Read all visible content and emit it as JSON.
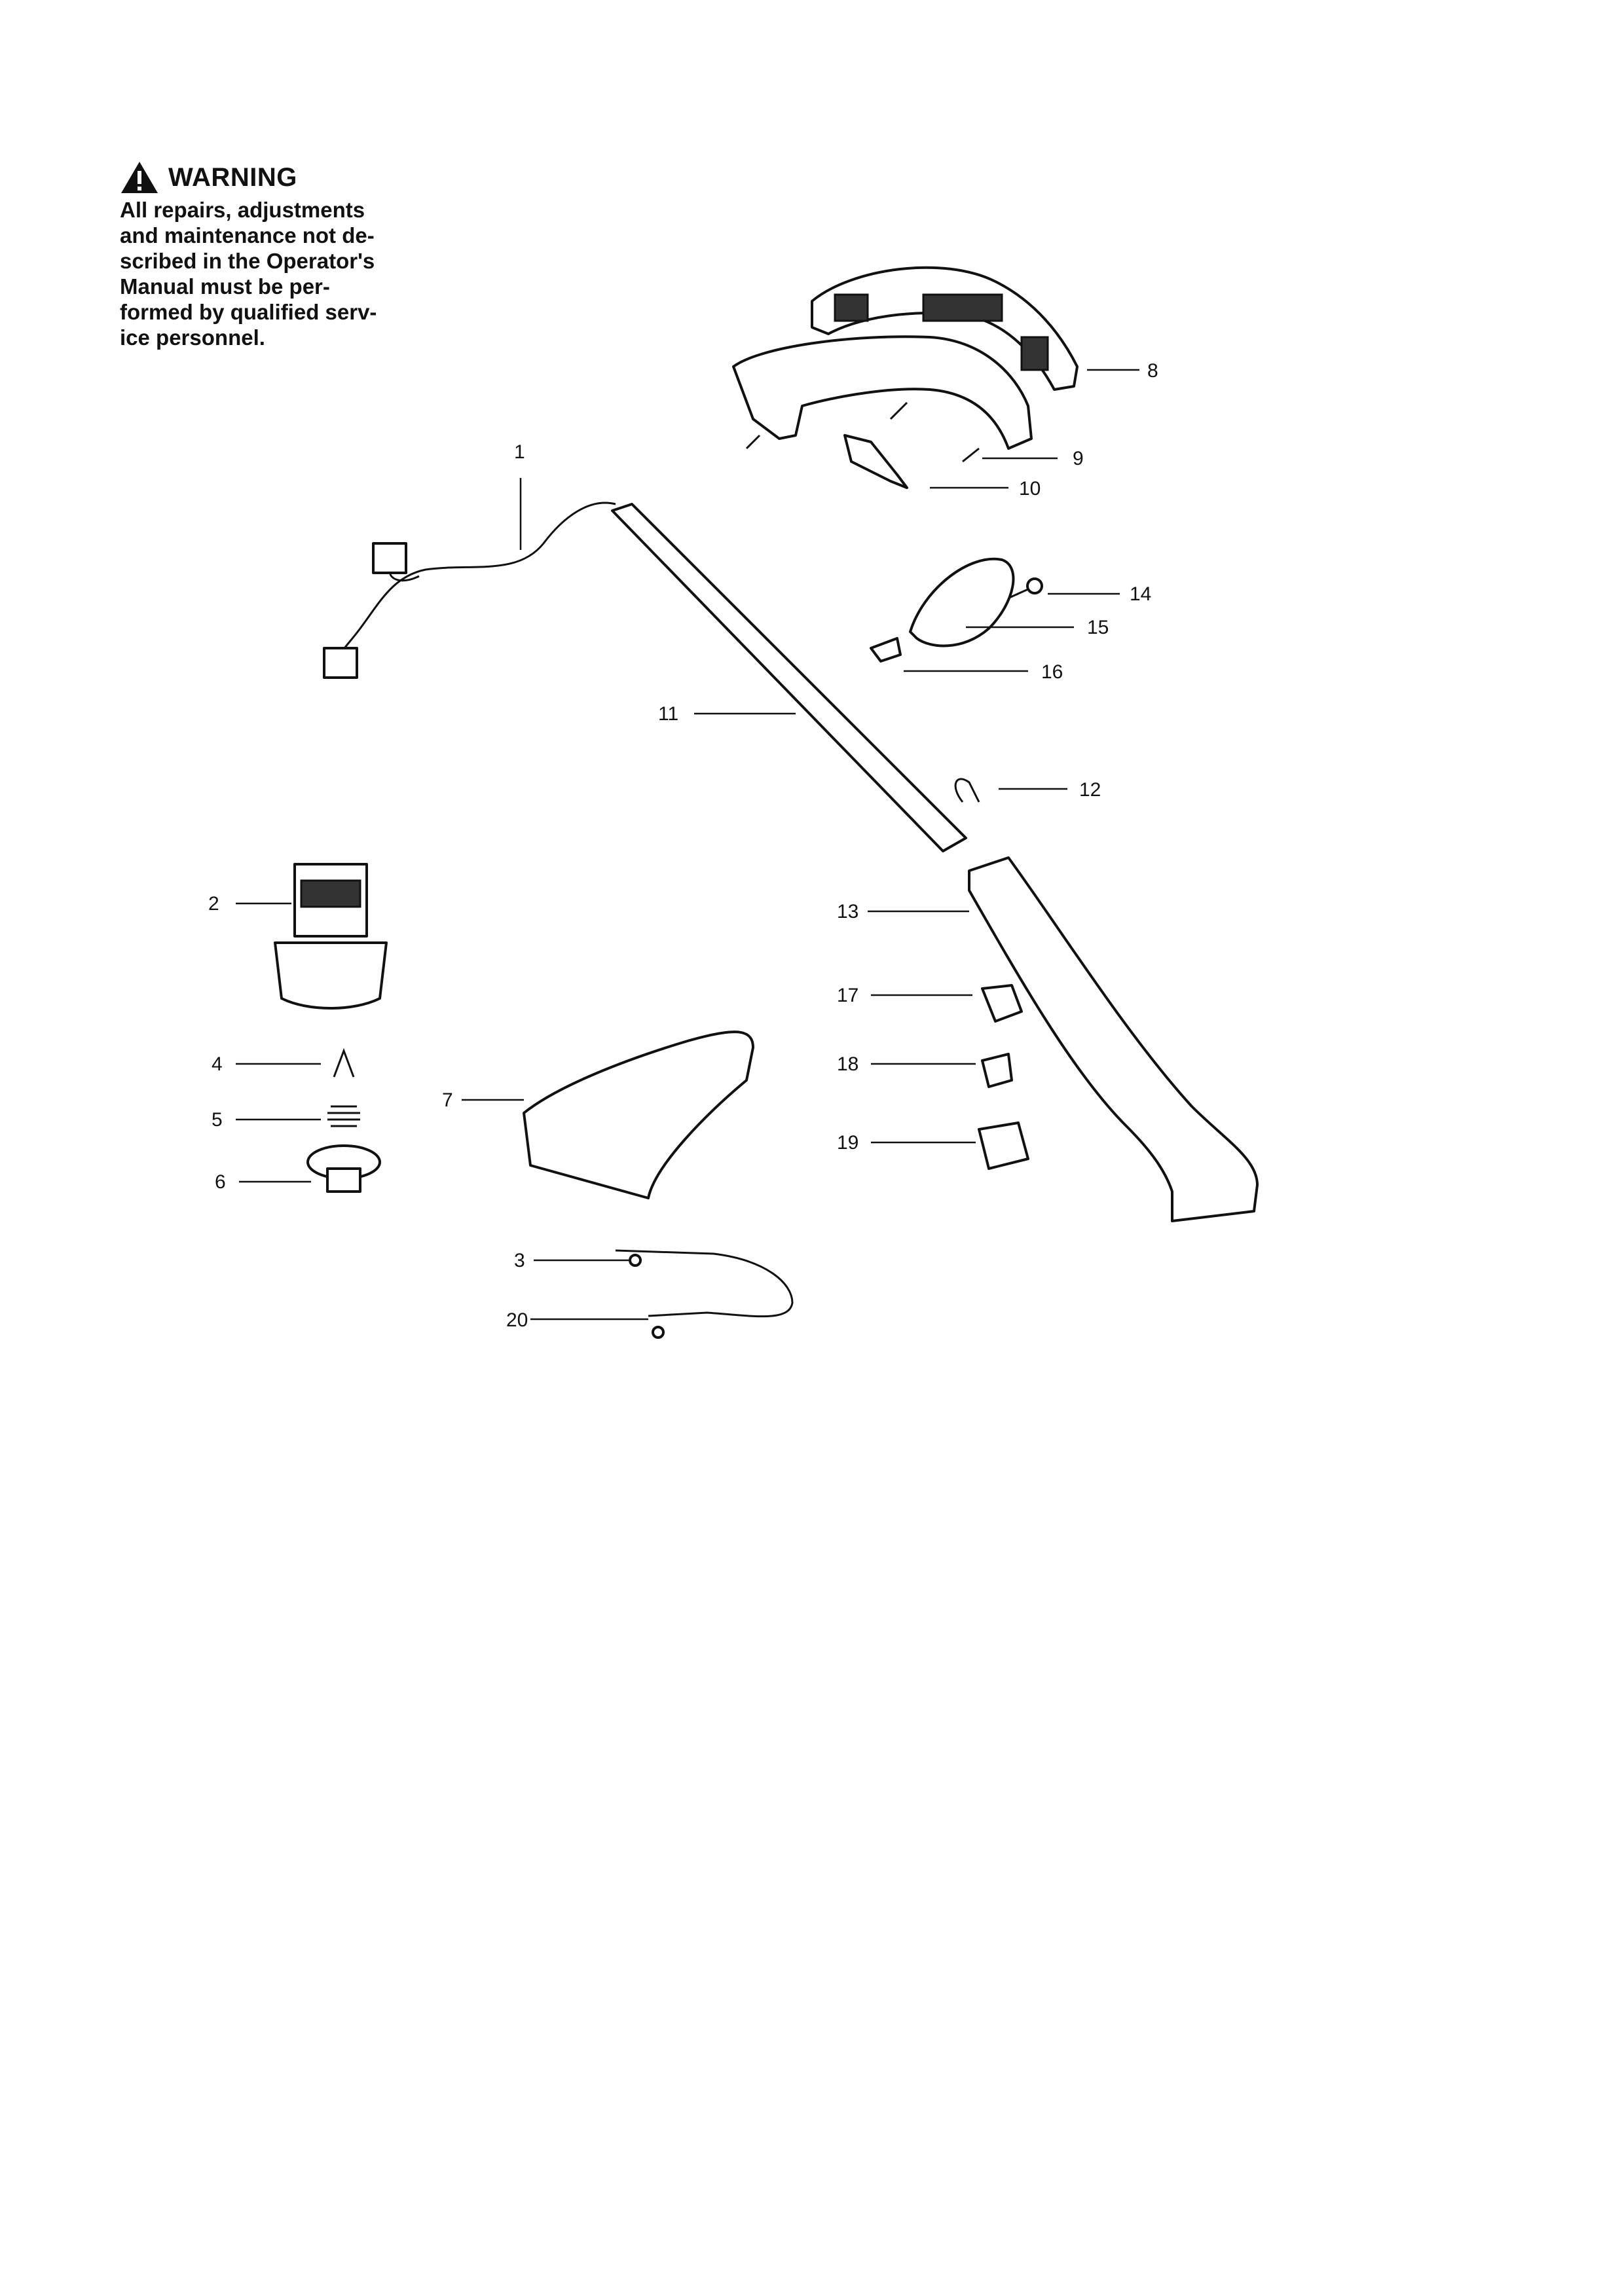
{
  "warning": {
    "title": "WARNING",
    "lines": [
      "All repairs, adjustments",
      "and maintenance not de-",
      "scribed in the Operator's",
      "Manual must be per-",
      "formed by qualified serv-",
      "ice personnel."
    ]
  },
  "callouts": [
    "1",
    "2",
    "3",
    "4",
    "5",
    "6",
    "7",
    "8",
    "9",
    "10",
    "11",
    "12",
    "13",
    "14",
    "15",
    "16",
    "17",
    "18",
    "19",
    "20"
  ]
}
